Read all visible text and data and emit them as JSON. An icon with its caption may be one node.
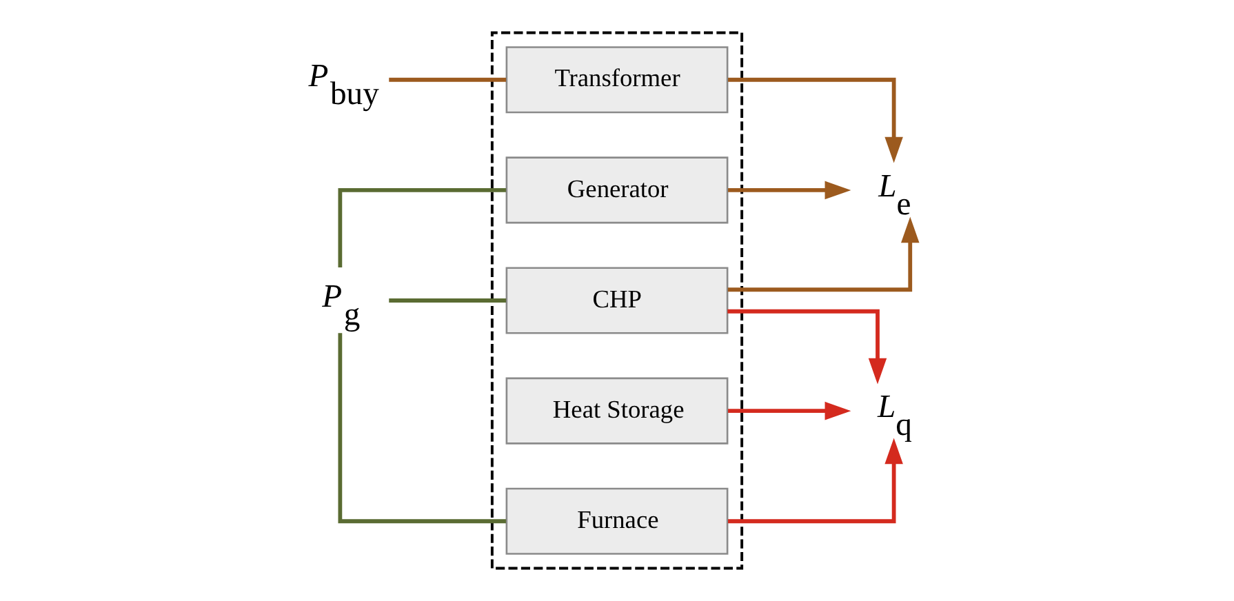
{
  "diagram": {
    "nodes": [
      {
        "text": [],
        "shape": "box"
      },
      {
        "text": [
          "*P*$_{buy}$"
        ]
      },
      {
        "text": [
          "Transformer"
        ],
        "in": 0
      },
      {
        "text": [
          "Generator"
        ],
        "in": 0
      },
      {
        "text": [
          "Heat Storage"
        ],
        "in": 0
      },
      {
        "text": [
          "*P*$_{g}$"
        ]
      },
      {
        "text": [
          "CHP"
        ],
        "in": 0
      },
      {
        "text": [
          "Furnace"
        ],
        "in": 0
      },
      {
        "text": [
          "*L*$_{e}$"
        ]
      },
      {
        "text": [
          "*L*$_{q}$"
        ]
      }
    ],
    "edges": [
      {
        "from": 1,
        "to": 2,
        "arrow": "none",
        "color": "#9c5a1e"
      },
      {
        "from": 2,
        "to": 8,
        "arrow": "to",
        "color": "#9c5a1e"
      },
      {
        "from": 3,
        "to": 8,
        "arrow": "to",
        "color": "#9c5a1e"
      },
      {
        "from": 6,
        "to": 8,
        "arrow": "to",
        "color": "#9c5a1e"
      },
      {
        "from": 5,
        "to": 3,
        "arrow": "none",
        "color": "#5a6b32"
      },
      {
        "from": 5,
        "to": 6,
        "arrow": "none",
        "color": "#5a6b32"
      },
      {
        "from": 5,
        "to": 7,
        "arrow": "none",
        "color": "#5a6b32"
      },
      {
        "from": 6,
        "to": 9,
        "arrow": "to",
        "color": "#d42a1e"
      },
      {
        "from": 7,
        "to": 9,
        "arrow": "to",
        "color": "#d42a1e"
      },
      {
        "from": 4,
        "to": 9,
        "arrow": "to",
        "color": "#d42a1e"
      }
    ]
  }
}
